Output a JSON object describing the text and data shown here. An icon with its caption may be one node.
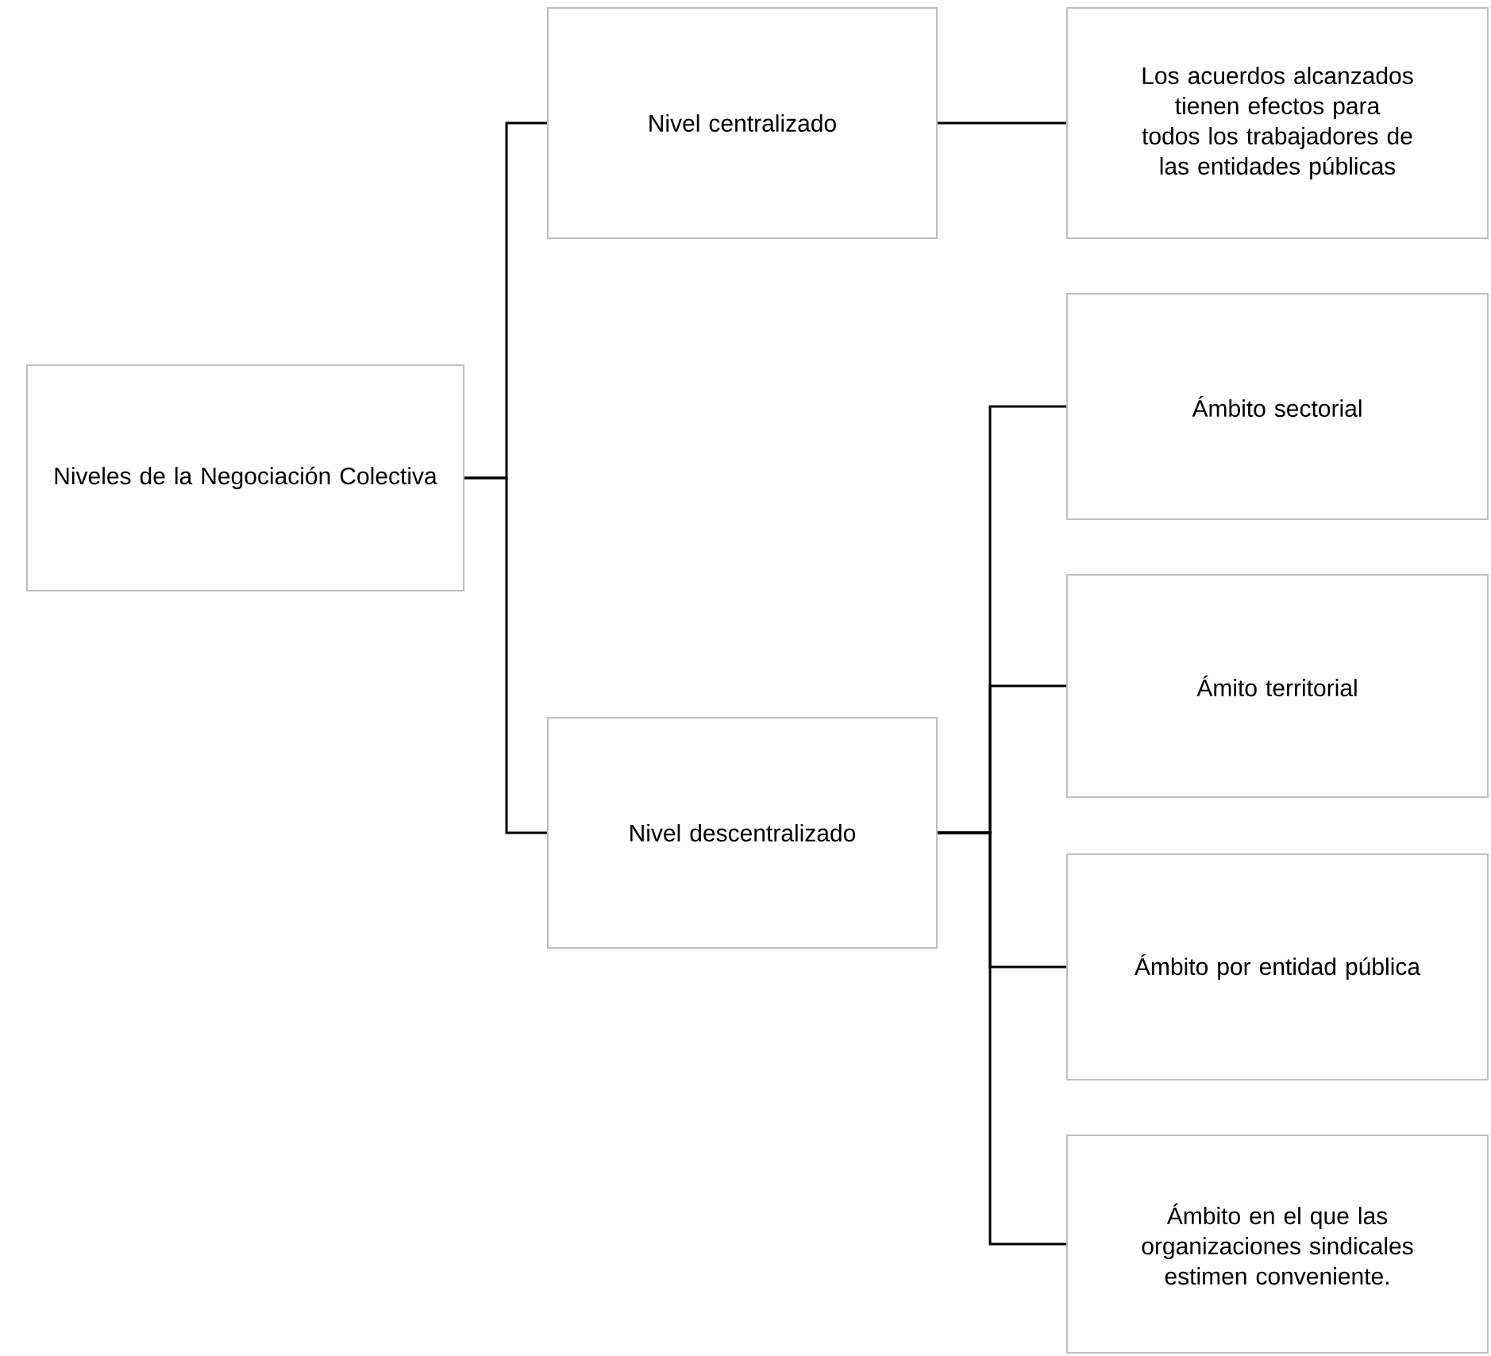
{
  "diagram": {
    "nodes": [
      {
        "text": [
          "Niveles de la Negociación Colectiva"
        ]
      },
      {
        "text": [
          "Nivel centralizado"
        ]
      },
      {
        "text": [
          "Los acuerdos alcanzados tienen efectos para todos los trabajadores de las entidades públicas"
        ]
      },
      {
        "text": [
          "Nivel descentralizado"
        ]
      },
      {
        "text": [
          "Ámbito sectorial"
        ]
      },
      {
        "text": [
          "Ámito territorial"
        ]
      },
      {
        "text": [
          "Ámbito por entidad pública"
        ]
      },
      {
        "text": [
          "Ámbito en el que las organizaciones sindicales estimen conveniente."
        ]
      }
    ],
    "edges": [
      {
        "from": 0,
        "to": 1,
        "arrow": "none"
      },
      {
        "from": 0,
        "to": 3,
        "arrow": "none"
      },
      {
        "from": 1,
        "to": 2,
        "arrow": "none"
      },
      {
        "from": 3,
        "to": 4,
        "arrow": "none"
      },
      {
        "from": 3,
        "to": 5,
        "arrow": "none"
      },
      {
        "from": 3,
        "to": 6,
        "arrow": "none"
      },
      {
        "from": 3,
        "to": 7,
        "arrow": "none"
      }
    ]
  }
}
